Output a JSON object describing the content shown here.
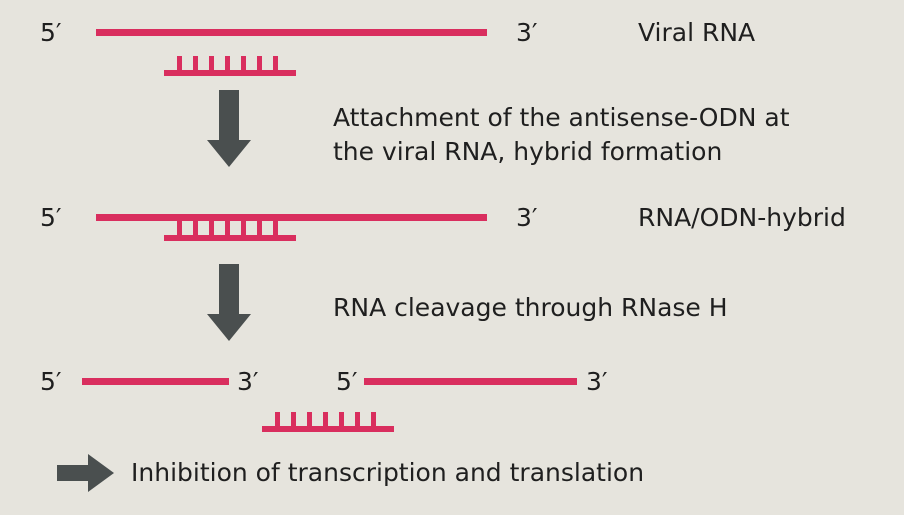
{
  "steps": [
    {
      "five_prime": "5′",
      "three_prime": "3′",
      "label": "Viral RNA"
    },
    {
      "five_prime": "5′",
      "three_prime": "3′",
      "label": "RNA/ODN-hybrid"
    },
    {
      "left_five_prime": "5′",
      "left_three_prime": "3′",
      "right_five_prime": "5′",
      "right_three_prime": "3′"
    }
  ],
  "transitions": [
    {
      "line1": "Attachment of the antisense-ODN at",
      "line2": "the viral RNA, hybrid formation"
    },
    {
      "line1": "RNA cleavage through RNase H"
    }
  ],
  "result": {
    "label": "Inhibition of transcription and translation"
  },
  "colors": {
    "background": "#e6e4dd",
    "strand": "#d92e5e",
    "arrow": "#4a4f4f",
    "text": "#1f1f1f"
  },
  "icons": {
    "down_arrow": "down-arrow-icon",
    "right_arrow": "right-arrow-icon",
    "antisense_odn": "antisense-odn-icon"
  }
}
